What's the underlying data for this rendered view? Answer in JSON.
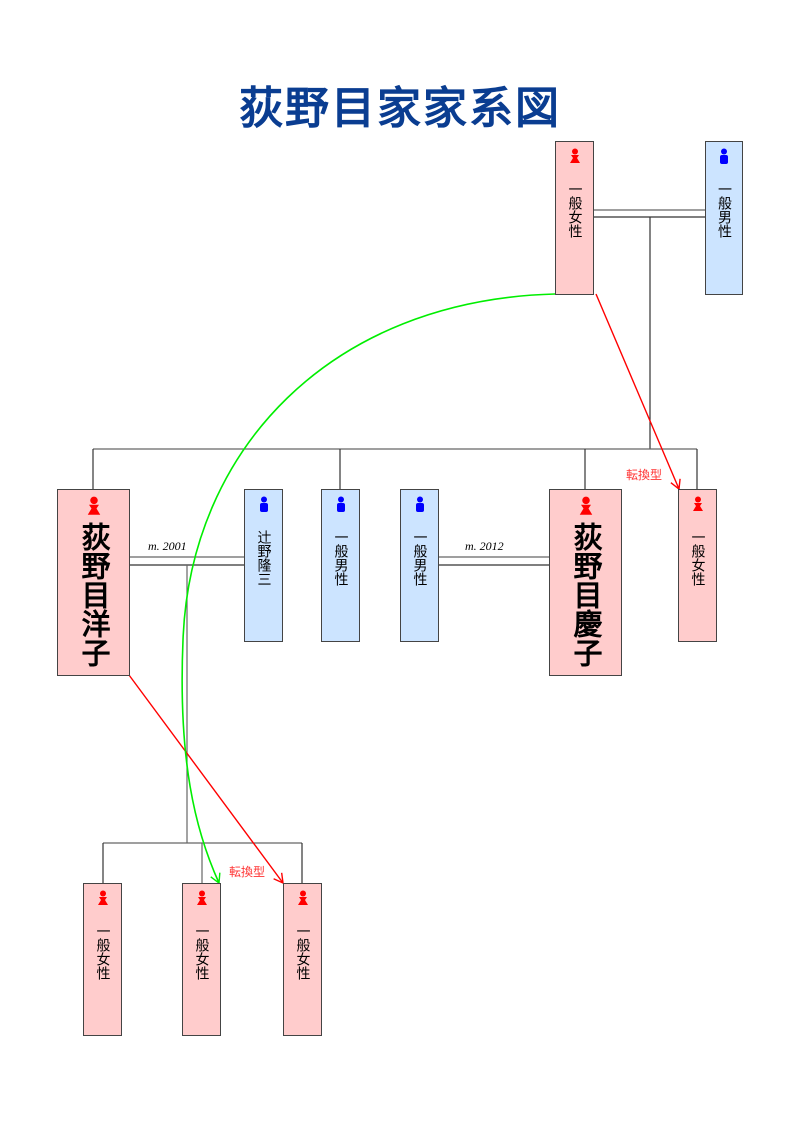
{
  "title": "荻野目家家系図",
  "colors": {
    "title": "#0a3d91",
    "female_fill": "#ffcccc",
    "male_fill": "#cce4ff",
    "female_icon": "#ff0000",
    "male_icon": "#0000ff",
    "red_arrow": "#ff0000",
    "green_arrow": "#00ee00"
  },
  "people": {
    "gen1_female": {
      "name": "一般女性",
      "sex": "female",
      "icon": "female-person-icon"
    },
    "gen1_male": {
      "name": "一般男性",
      "sex": "male",
      "icon": "male-person-icon"
    },
    "youko": {
      "name": "荻野目洋子",
      "sex": "female",
      "icon": "female-person-icon"
    },
    "tsujino": {
      "name": "辻野隆三",
      "sex": "male",
      "icon": "male-person-icon"
    },
    "gen2_male_a": {
      "name": "一般男性",
      "sex": "male",
      "icon": "male-person-icon"
    },
    "gen2_male_b": {
      "name": "一般男性",
      "sex": "male",
      "icon": "male-person-icon"
    },
    "keiko": {
      "name": "荻野目慶子",
      "sex": "female",
      "icon": "female-person-icon"
    },
    "gen2_female": {
      "name": "一般女性",
      "sex": "female",
      "icon": "female-person-icon"
    },
    "gen3_female_a": {
      "name": "一般女性",
      "sex": "female",
      "icon": "female-person-icon"
    },
    "gen3_female_b": {
      "name": "一般女性",
      "sex": "female",
      "icon": "female-person-icon"
    },
    "gen3_female_c": {
      "name": "一般女性",
      "sex": "female",
      "icon": "female-person-icon"
    }
  },
  "marriages": {
    "youko_tsujino": "m. 2001",
    "male_keiko": "m. 2012"
  },
  "annotations": {
    "transfer_top": "転換型",
    "transfer_bottom": "転換型"
  }
}
